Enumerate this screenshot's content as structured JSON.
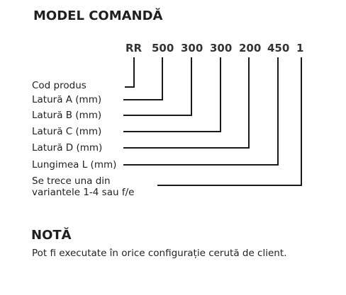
{
  "title": "MODEL COMANDĂ",
  "code_parts": [
    "RR",
    "500",
    "300",
    "300",
    "200",
    "450",
    "1"
  ],
  "labels": [
    "Cod produs",
    "Latură A (mm)",
    "Latură B (mm)",
    "Latură C (mm)",
    "Latură D (mm)",
    "Lungimea L (mm)",
    "Se trece una din",
    "variantele 1-4 sau f/e"
  ],
  "note": {
    "title": "NOTĂ",
    "text": "Pot fi executate în orice configurație cerută de client."
  },
  "colors": {
    "text": "#222222",
    "lines": "#1a1a1a"
  }
}
